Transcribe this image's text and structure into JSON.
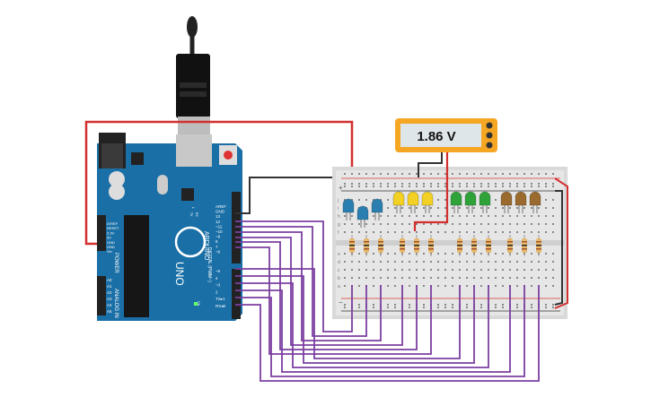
{
  "multimeter": {
    "reading": "1.86 V"
  },
  "arduino": {
    "brand": "ARDUINO",
    "model": "UNO",
    "left_labels": [
      "IOREF",
      "RESET",
      "3.3V",
      "5V",
      "GND",
      "GND",
      "Vin"
    ],
    "power_label": "POWER",
    "analog_pins": [
      "A0",
      "A1",
      "A2",
      "A3",
      "A4",
      "A5"
    ],
    "analog_label": "ANALOG IN",
    "digital_labels": [
      "AREF",
      "GND",
      "13",
      "12",
      "~11",
      "~10",
      "~9",
      "8",
      "7",
      "~6",
      "~5",
      "4",
      "~3",
      "2",
      "TX▸1",
      "RX◂0"
    ],
    "digital_caption": "DIGITAL (PWM~)",
    "small_labels": [
      "L",
      "TX",
      "RX",
      "ON"
    ]
  },
  "breadboard": {
    "row_letters_top": [
      "j",
      "i",
      "h",
      "g",
      "f"
    ],
    "row_letters_bottom": [
      "e",
      "d",
      "c",
      "b",
      "a"
    ],
    "rail_plus": "+",
    "rail_minus": "−"
  },
  "colors": {
    "board": "#1a6fa6",
    "wire_red": "#d32f2f",
    "wire_black": "#333333",
    "wire_purple": "#7b3fa0",
    "led_blue": "#2b7fb0",
    "led_yellow": "#f2d024",
    "led_green": "#2fa33a",
    "led_brown": "#9a6a2f",
    "meter": "#f5a623"
  }
}
